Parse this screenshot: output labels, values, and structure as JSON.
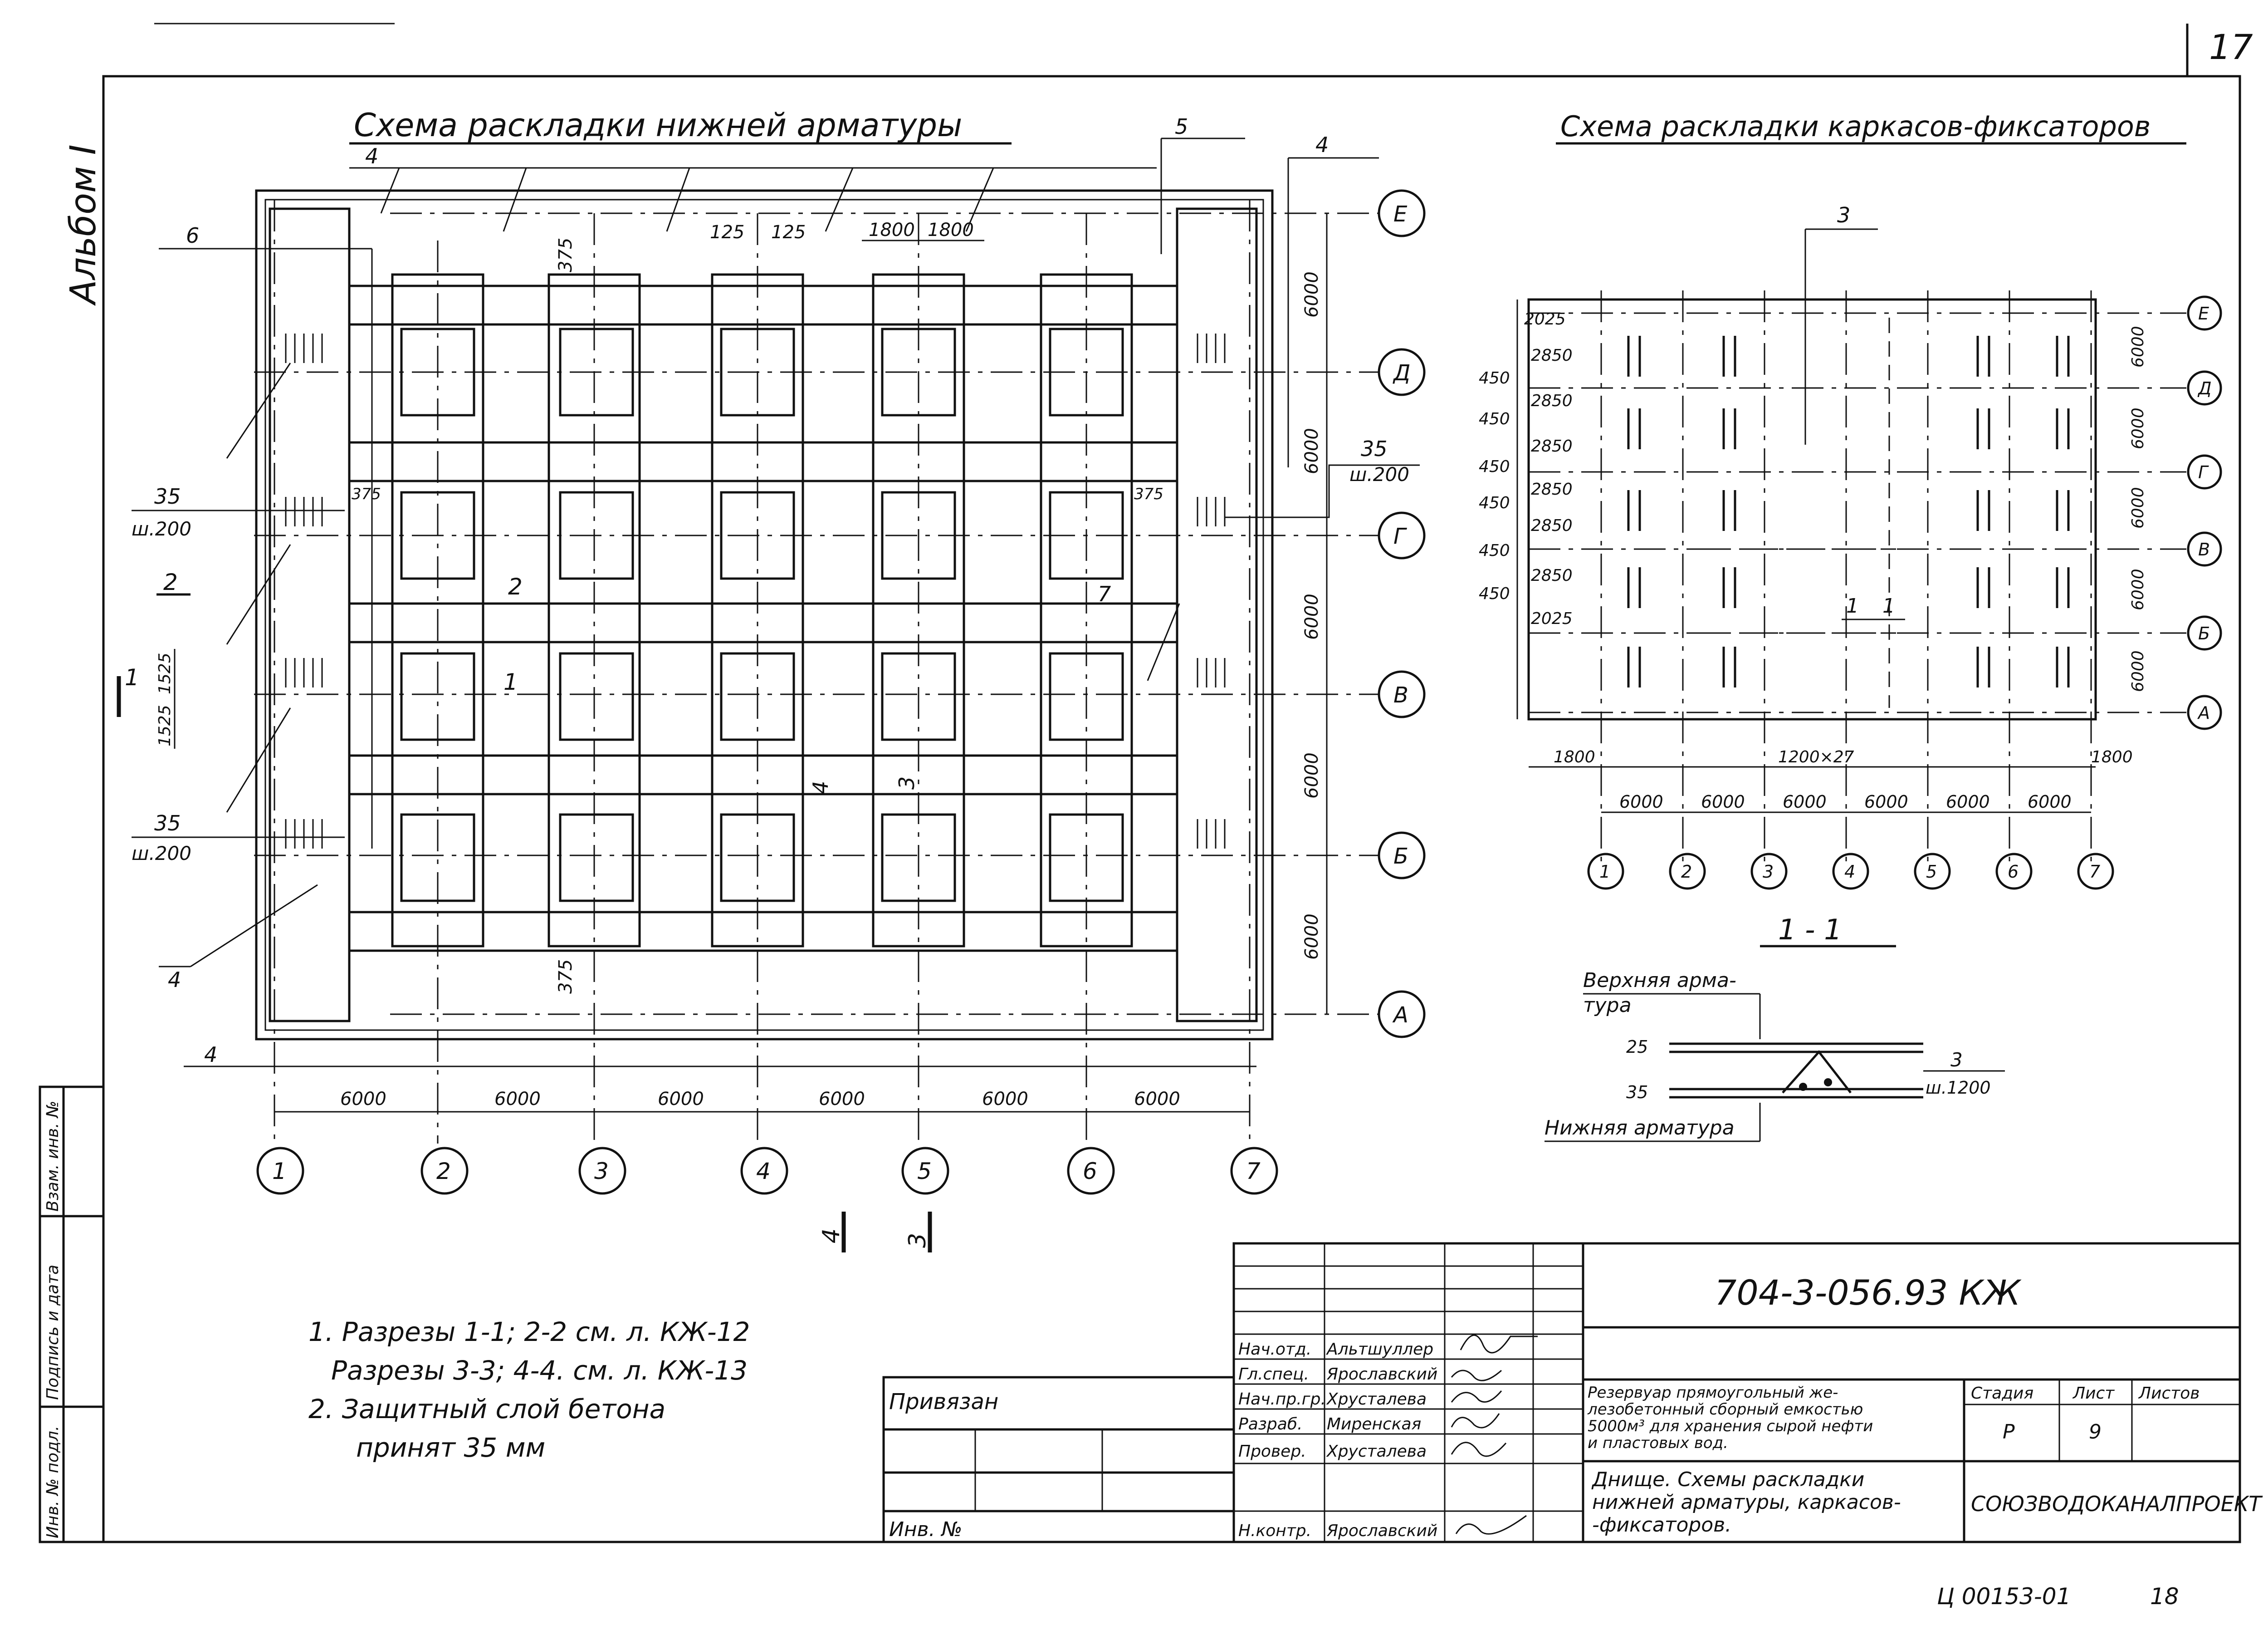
{
  "page_number": "17",
  "side_label": "Альбом I",
  "left_plan": {
    "title": "Схема раскладки нижней арматуры",
    "axes_letters": [
      "Е",
      "Д",
      "Г",
      "В",
      "Б",
      "А"
    ],
    "axes_numbers": [
      "1",
      "2",
      "3",
      "4",
      "5",
      "6",
      "7"
    ],
    "spans_bottom": [
      "6000",
      "6000",
      "6000",
      "6000",
      "6000",
      "6000"
    ],
    "spans_right": [
      "6000",
      "6000",
      "6000",
      "6000",
      "6000"
    ],
    "callouts": {
      "c4_top": "4",
      "c5": "5",
      "c4_right": "4",
      "c6": "6",
      "c4_left": "4",
      "c4_bottom": "4",
      "c7": "7",
      "s2": "2",
      "s1": "1",
      "s2b": "2",
      "s1b": "1",
      "s4": "4",
      "s3": "3",
      "s4b": "4",
      "s3b": "3"
    },
    "dims": {
      "d125a": "125",
      "d125b": "125",
      "d1800a": "1800",
      "d1800b": "1800",
      "d375_top": "375",
      "d375_left": "375",
      "d375_right": "375",
      "d375_bottom": "375",
      "d1525a": "1525",
      "d1525b": "1525",
      "rebar_a": "35",
      "rebar_a_sub": "ш.200",
      "rebar_b": "35",
      "rebar_b_sub": "ш.200",
      "rebar_c": "35",
      "rebar_c_sub": "ш.200"
    }
  },
  "right_plan": {
    "title": "Схема раскладки каркасов-фиксаторов",
    "callout3": "3",
    "axes_letters": [
      "Е",
      "Д",
      "Г",
      "В",
      "Б",
      "А"
    ],
    "axes_numbers": [
      "1",
      "2",
      "3",
      "4",
      "5",
      "6",
      "7"
    ],
    "left_dims": [
      "2025",
      "2850",
      "2850",
      "2850",
      "2850",
      "2850",
      "2850",
      "2025"
    ],
    "left_dims_450": [
      "450",
      "450",
      "450",
      "450",
      "450",
      "450"
    ],
    "right_dims": [
      "6000",
      "6000",
      "6000",
      "6000",
      "6000"
    ],
    "bottom_dims": [
      "6000",
      "6000",
      "6000",
      "6000",
      "6000",
      "6000"
    ],
    "dim_1800_left": "1800",
    "dim_1200": "1200×27",
    "dim_1800_right": "1800",
    "sec_1a": "1",
    "sec_1b": "1"
  },
  "section": {
    "title": "1 - 1",
    "top_label_1": "Верхняя арма-",
    "top_label_2": "тура",
    "d25": "25",
    "d35": "35",
    "callout3": "3",
    "callout3_sub": "ш.1200",
    "bottom_label": "Нижняя арматура"
  },
  "notes": {
    "line1": "1. Разрезы 1-1; 2-2 см. л. КЖ-12",
    "line2": "Разрезы 3-3; 4-4. см. л. КЖ-13",
    "line3": "2. Защитный  слой  бетона",
    "line4": "принят   35 мм"
  },
  "side_stamp": {
    "col1": "Взам. инв. №",
    "col2": "Подпись и дата",
    "col3": "Инв. № подл."
  },
  "stamp": {
    "doc_code": "704-3-056.93 КЖ",
    "privyazan": "Привязан",
    "inv": "Инв. №",
    "roles": [
      {
        "role": "Нач.отд.",
        "name": "Альтшуллер"
      },
      {
        "role": "Гл.спец.",
        "name": "Ярославский"
      },
      {
        "role": "Нач.пр.гр.",
        "name": "Хрусталева"
      },
      {
        "role": "Разраб.",
        "name": "Миренская"
      },
      {
        "role": "Провер.",
        "name": "Хрусталева"
      },
      {
        "role": "Н.контр.",
        "name": "Ярославский"
      }
    ],
    "project": [
      "Резервуар прямоугольный же-",
      "лезобетонный  сборный емкостью",
      "5000м³ для хранения сырой нефти",
      "и пластовых вод."
    ],
    "stage_h": "Стадия",
    "sheet_h": "Лист",
    "sheets_h": "Листов",
    "stage": "Р",
    "sheet": "9",
    "sheet_title": [
      "Днище. Схемы раскладки",
      "нижней арматуры, каркасов-",
      "-фиксаторов."
    ],
    "org": "СОЮЗВОДОКАНАЛПРОЕКТ"
  },
  "footer_code": "Ц 00153-01",
  "footer_num": "18"
}
